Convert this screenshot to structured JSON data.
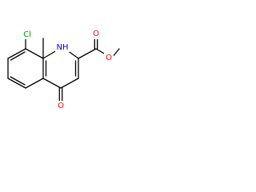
{
  "molecule": {
    "atoms": {
      "chlorine": {
        "label": "Cl",
        "color": "#00a000"
      },
      "ring_nitrogen": {
        "label": "NH",
        "color": "#0000ff"
      },
      "ketone_oxygen": {
        "label": "O",
        "color": "#ff0000"
      },
      "ester_carbonyl_oxygen": {
        "label": "O",
        "color": "#ff0000"
      },
      "ester_ether_oxygen": {
        "label": "O",
        "color": "#ff0000"
      }
    },
    "bond_color": "#000000"
  }
}
